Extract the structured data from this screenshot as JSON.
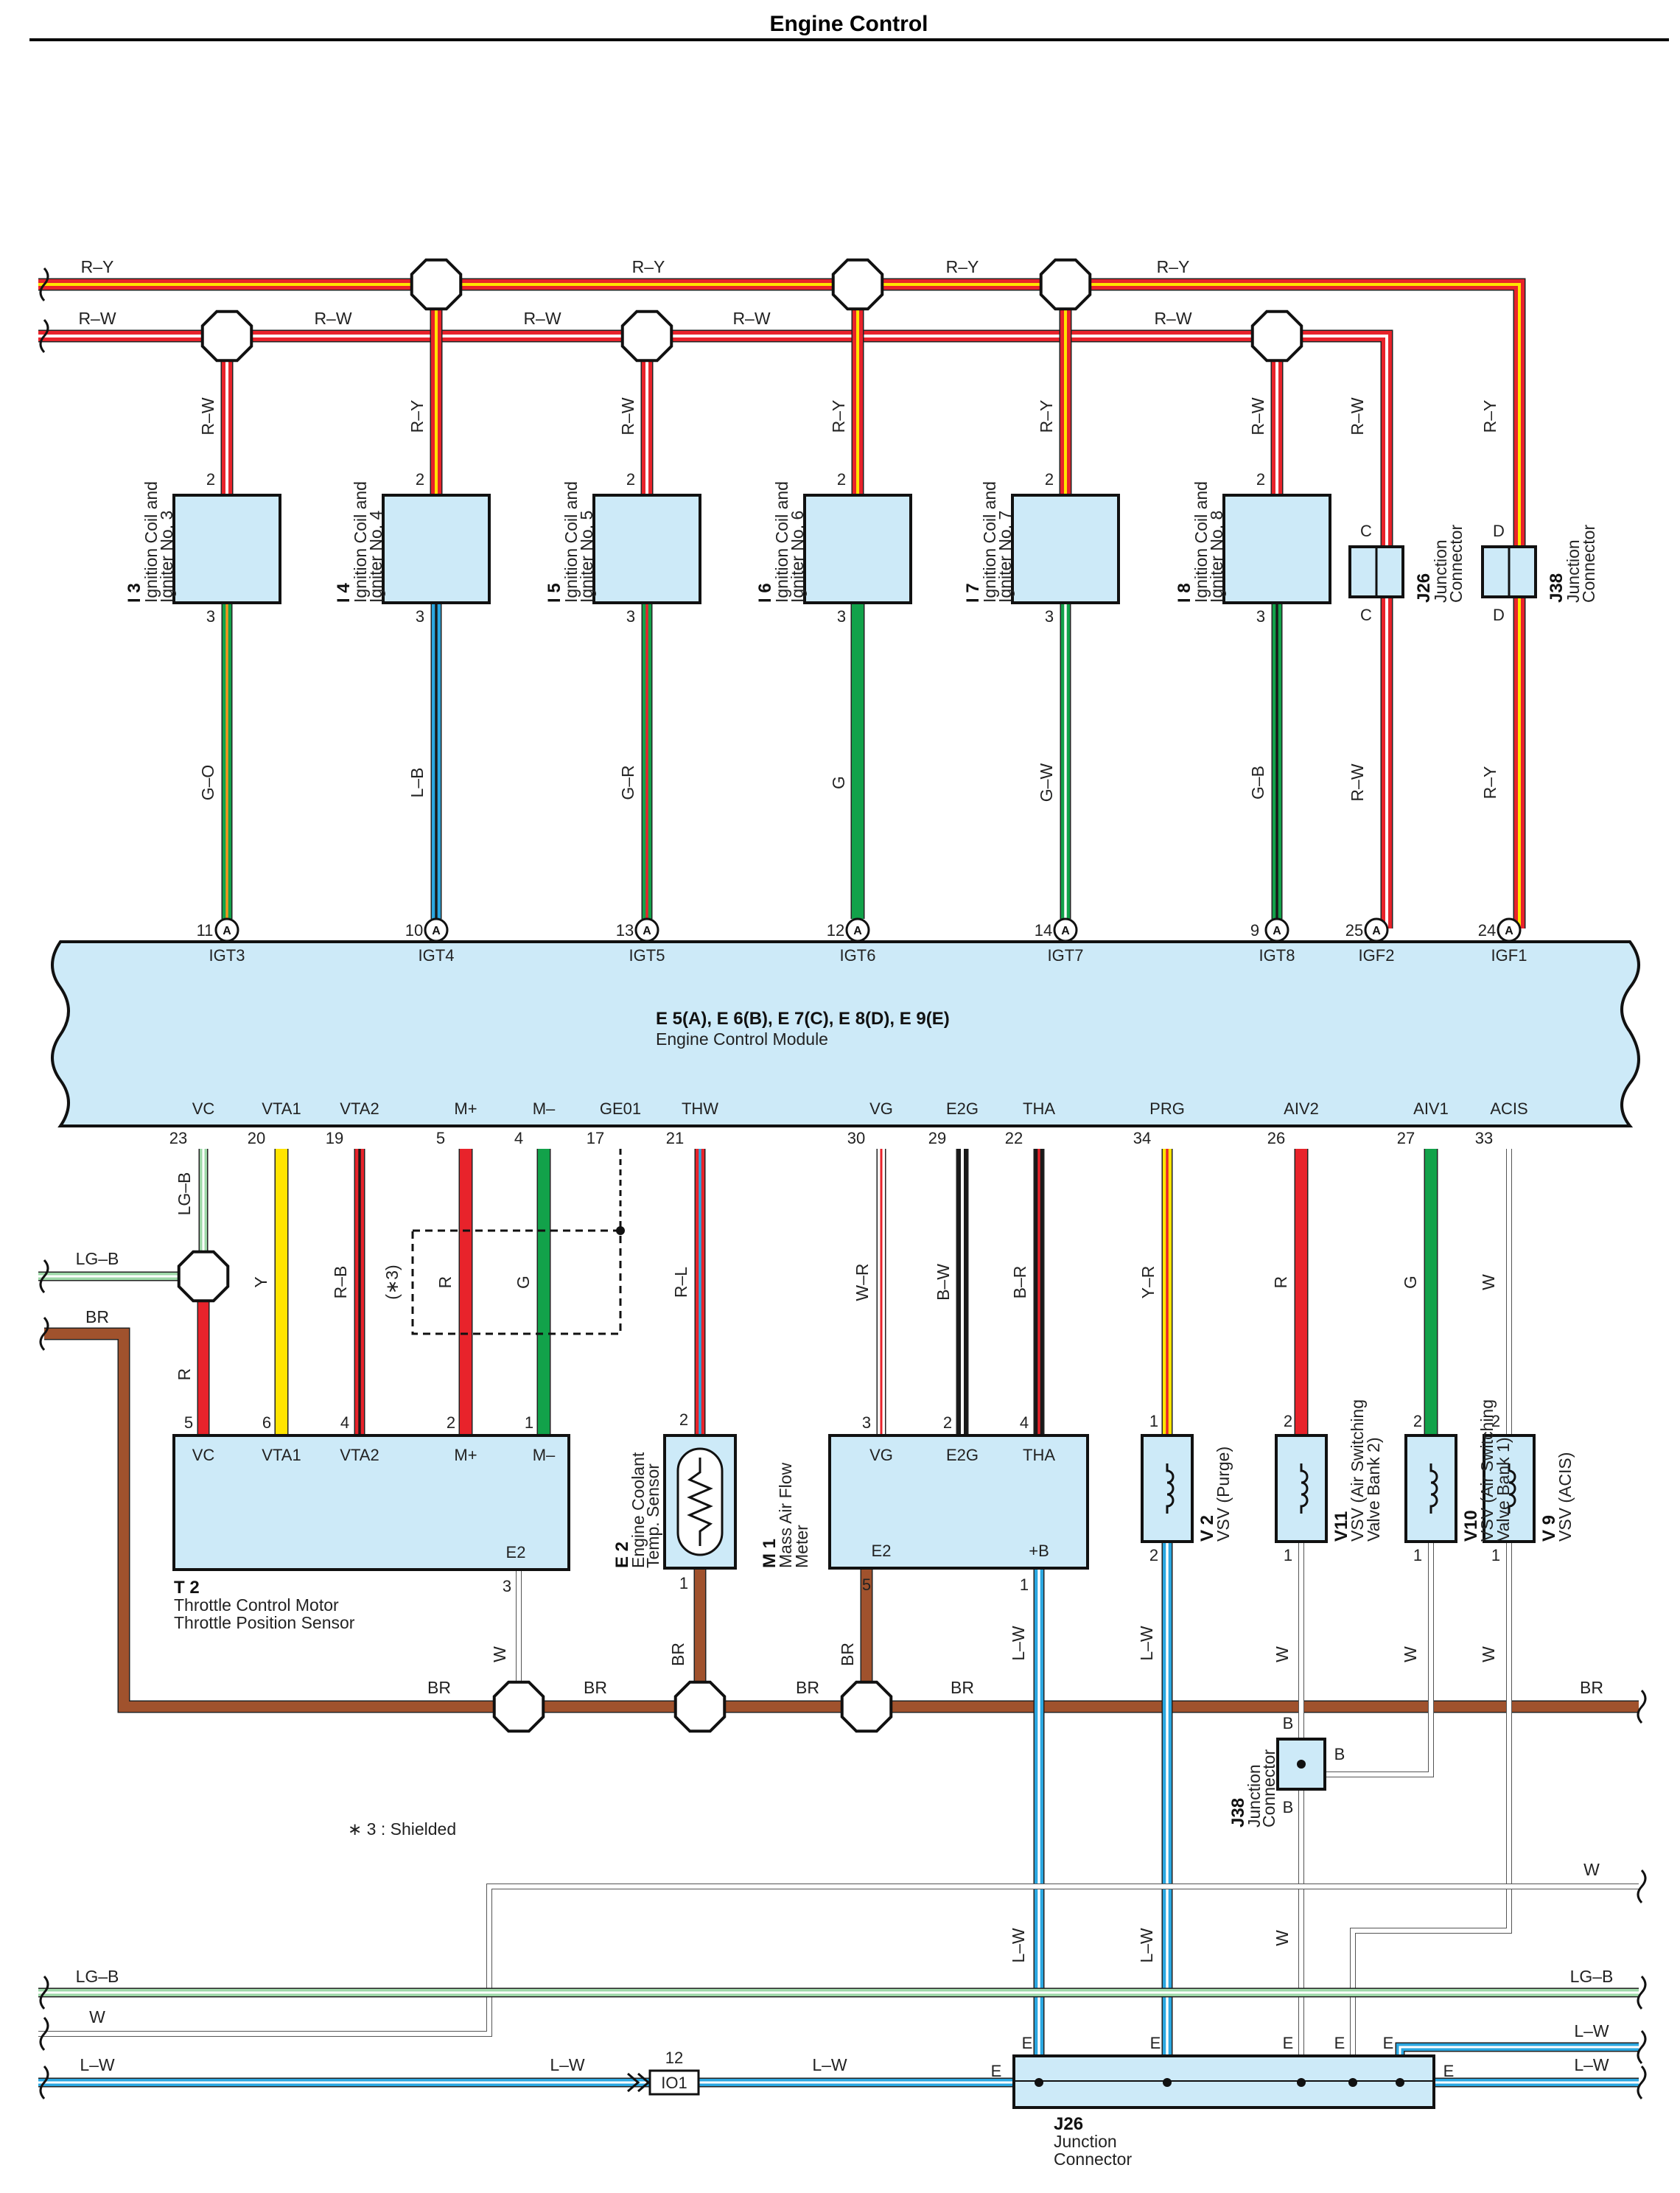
{
  "page_title": "Engine Control",
  "top_bus": {
    "ry_label": "R–Y",
    "rw_label": "R–W"
  },
  "ignition_coils": [
    {
      "ref": "I 3",
      "name_line1": "Ignition Coil and",
      "name_line2": "Igniter No. 3",
      "power_wire": "R–W",
      "signal_wire": "G–O",
      "pin_power": "2",
      "pin_signal": "3",
      "ecm_pin": "11",
      "ecm_sig": "IGT3"
    },
    {
      "ref": "I 4",
      "name_line1": "Ignition Coil and",
      "name_line2": "Igniter No. 4",
      "power_wire": "R–Y",
      "signal_wire": "L–B",
      "pin_power": "2",
      "pin_signal": "3",
      "ecm_pin": "10",
      "ecm_sig": "IGT4"
    },
    {
      "ref": "I 5",
      "name_line1": "Ignition Coil and",
      "name_line2": "Igniter No. 5",
      "power_wire": "R–W",
      "signal_wire": "G–R",
      "pin_power": "2",
      "pin_signal": "3",
      "ecm_pin": "13",
      "ecm_sig": "IGT5"
    },
    {
      "ref": "I 6",
      "name_line1": "Ignition Coil and",
      "name_line2": "Igniter No. 6",
      "power_wire": "R–Y",
      "signal_wire": "G",
      "pin_power": "2",
      "pin_signal": "3",
      "ecm_pin": "12",
      "ecm_sig": "IGT6"
    },
    {
      "ref": "I 7",
      "name_line1": "Ignition Coil and",
      "name_line2": "Igniter No. 7",
      "power_wire": "R–Y",
      "signal_wire": "G–W",
      "pin_power": "2",
      "pin_signal": "3",
      "ecm_pin": "14",
      "ecm_sig": "IGT7"
    },
    {
      "ref": "I 8",
      "name_line1": "Ignition Coil and",
      "name_line2": "Igniter No. 8",
      "power_wire": "R–W",
      "signal_wire": "G–B",
      "pin_power": "2",
      "pin_signal": "3",
      "ecm_pin": "9",
      "ecm_sig": "IGT8"
    }
  ],
  "igf_lines": [
    {
      "connector_ref": "J26",
      "connector_name1": "Junction",
      "connector_name2": "Connector",
      "pin": "C",
      "wire": "R–W",
      "ecm_pin": "25",
      "ecm_sig": "IGF2"
    },
    {
      "connector_ref": "J38",
      "connector_name1": "Junction",
      "connector_name2": "Connector",
      "pin": "D",
      "wire": "R–Y",
      "ecm_pin": "24",
      "ecm_sig": "IGF1"
    }
  ],
  "ecm": {
    "title": "E 5(A), E 6(B), E 7(C), E 8(D), E 9(E)",
    "name": "Engine Control Module",
    "connector_letter": "A"
  },
  "ecm_bottom_pins": [
    {
      "sig": "VC",
      "pin": "23",
      "wire": "LG–B"
    },
    {
      "sig": "VTA1",
      "pin": "20",
      "wire": "Y"
    },
    {
      "sig": "VTA2",
      "pin": "19",
      "wire": "R–B"
    },
    {
      "sig": "M+",
      "pin": "5",
      "wire": "R"
    },
    {
      "sig": "M–",
      "pin": "4",
      "wire": "G"
    },
    {
      "sig": "GE01",
      "pin": "17",
      "wire": ""
    },
    {
      "sig": "THW",
      "pin": "21",
      "wire": "R–L"
    },
    {
      "sig": "VG",
      "pin": "30",
      "wire": "W–R"
    },
    {
      "sig": "E2G",
      "pin": "29",
      "wire": "B–W"
    },
    {
      "sig": "THA",
      "pin": "22",
      "wire": "B–R"
    },
    {
      "sig": "PRG",
      "pin": "34",
      "wire": "Y–R"
    },
    {
      "sig": "AIV2",
      "pin": "26",
      "wire": "R"
    },
    {
      "sig": "AIV1",
      "pin": "27",
      "wire": "G"
    },
    {
      "sig": "ACIS",
      "pin": "33",
      "wire": "W"
    }
  ],
  "shield_mark": "(∗3)",
  "shield_note": "∗ 3 : Shielded",
  "vc_splice_wire_left": "LG–B",
  "vc_splice_wire_down": "R",
  "throttle": {
    "ref": "T 2",
    "name1": "Throttle Control Motor",
    "name2": "Throttle Position Sensor",
    "pins": [
      {
        "pin": "5",
        "label": "VC"
      },
      {
        "pin": "6",
        "label": "VTA1"
      },
      {
        "pin": "4",
        "label": "VTA2"
      },
      {
        "pin": "2",
        "label": "M+"
      },
      {
        "pin": "1",
        "label": "M–"
      }
    ],
    "e2_label": "E2",
    "e2_pin": "3",
    "e2_wire": "W"
  },
  "coolant": {
    "ref": "E 2",
    "name1": "Engine Coolant",
    "name2": "Temp. Sensor",
    "pin_top": "2",
    "pin_bottom": "1",
    "wire_bottom": "BR"
  },
  "maf": {
    "ref": "M 1",
    "name1": "Mass Air Flow",
    "name2": "Meter",
    "pins": [
      {
        "pin": "3",
        "label": "VG"
      },
      {
        "pin": "2",
        "label": "E2G"
      },
      {
        "pin": "4",
        "label": "THA"
      }
    ],
    "e2_label": "E2",
    "e2_pin": "5",
    "e2_wire": "BR",
    "b_label": "+B",
    "b_pin": "1",
    "b_wire": "L–W"
  },
  "vsvs": [
    {
      "ref": "V 2",
      "name1": "VSV (Purge)",
      "name2": "",
      "pin_top": "1",
      "pin_bottom": "2",
      "wire_bottom": "L–W"
    },
    {
      "ref": "V11",
      "name1": "VSV (Air Switching",
      "name2": "Valve Bank 2)",
      "pin_top": "2",
      "pin_bottom": "1",
      "wire_bottom": "W"
    },
    {
      "ref": "V10",
      "name1": "VSV (Air Switching",
      "name2": "Valve Bank 1)",
      "pin_top": "2",
      "pin_bottom": "1",
      "wire_bottom": "W"
    },
    {
      "ref": "V 9",
      "name1": "VSV (ACIS)",
      "name2": "",
      "pin_top": "2",
      "pin_bottom": "1",
      "wire_bottom": "W"
    }
  ],
  "br_bus": {
    "label": "BR"
  },
  "j38_lower": {
    "ref": "J38",
    "name1": "Junction",
    "name2": "Connector",
    "pin": "B"
  },
  "bottom_lines": {
    "w": "W",
    "lgb": "LG–B",
    "lw": "L–W"
  },
  "io1": {
    "label": "IO1",
    "pin": "12"
  },
  "j26_lower": {
    "ref": "J26",
    "name1": "Junction",
    "name2": "Connector",
    "pin": "E"
  }
}
